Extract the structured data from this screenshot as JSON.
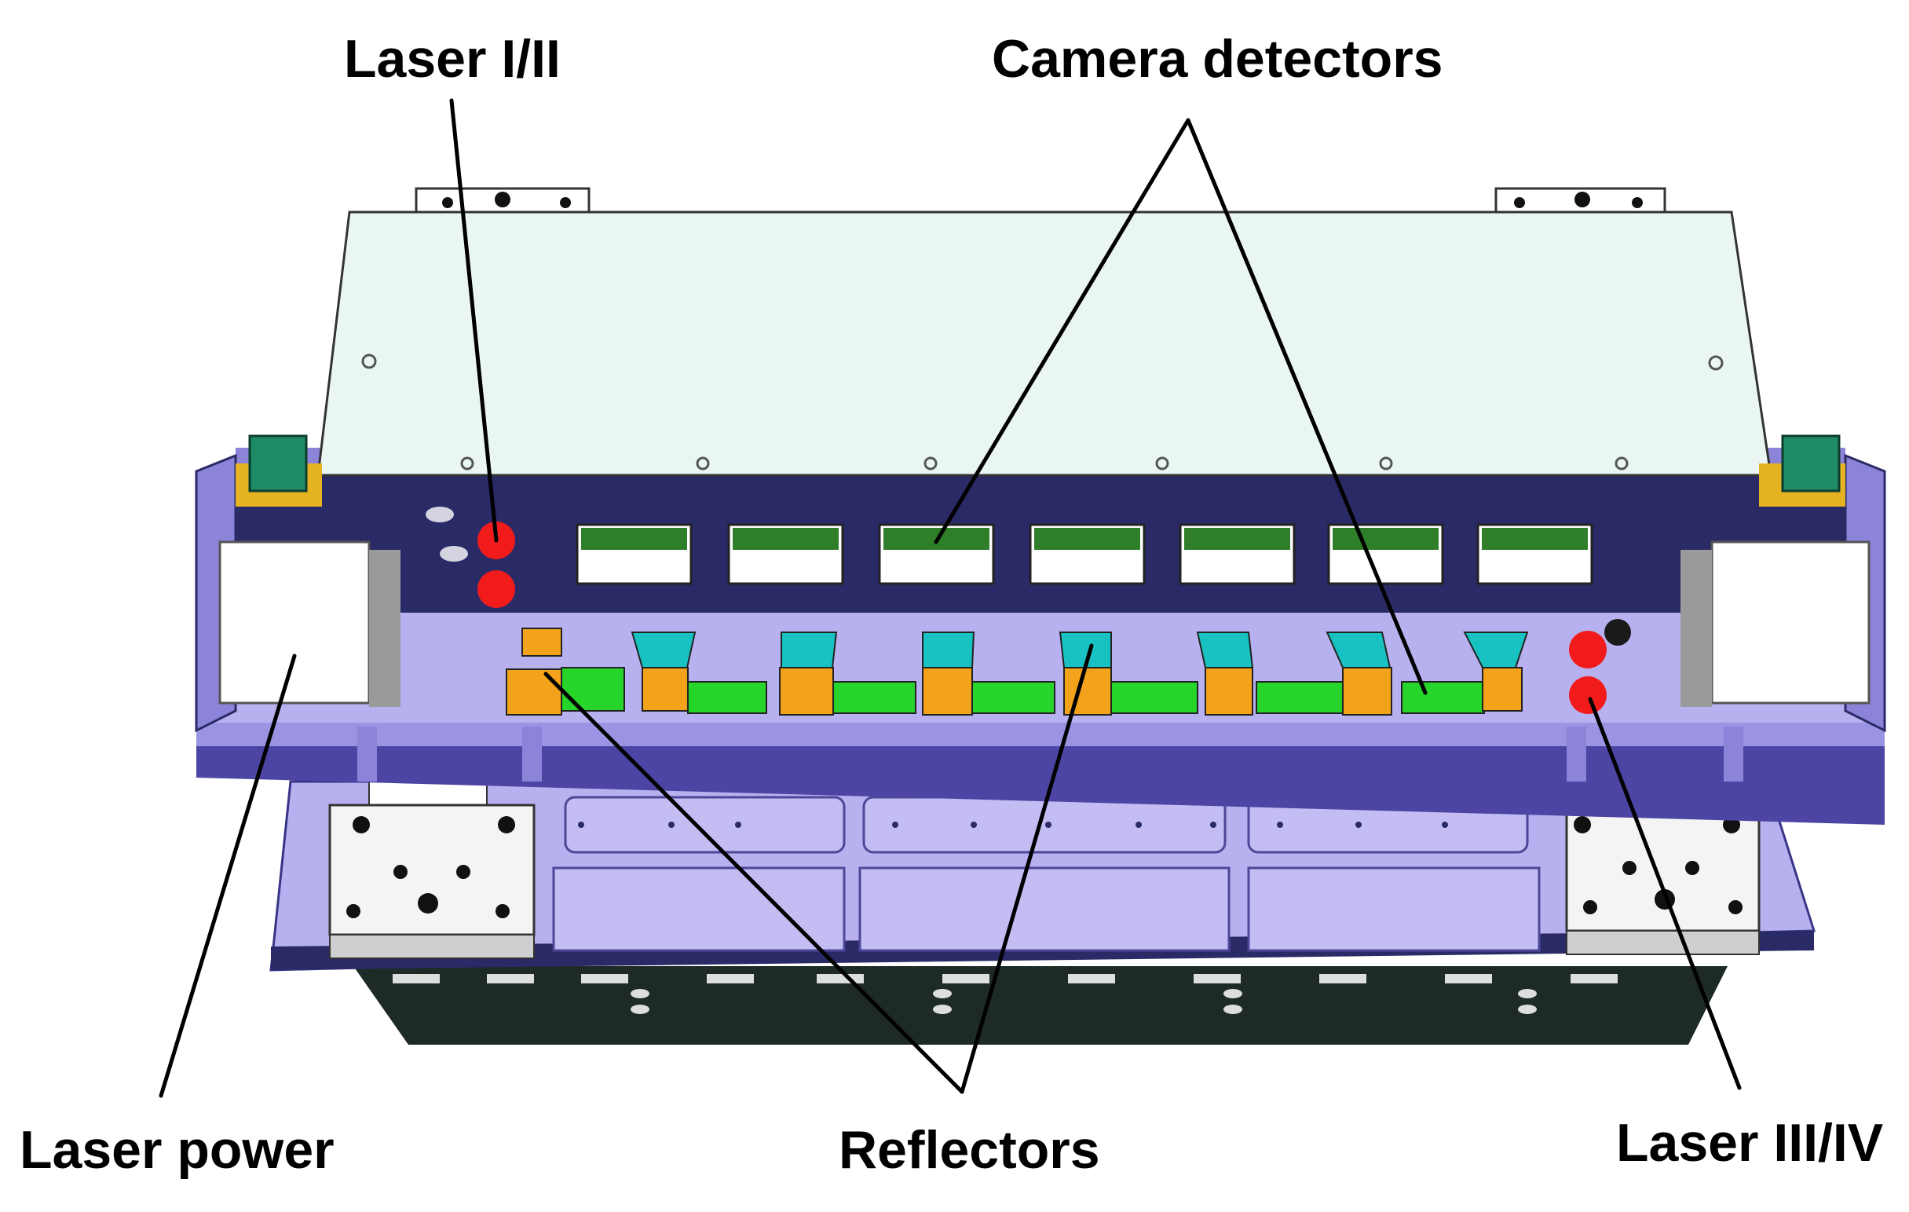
{
  "labels": {
    "laser_1_2": "Laser I/II",
    "camera_detectors": "Camera detectors",
    "laser_power": "Laser power",
    "reflectors": "Reflectors",
    "laser_3_4": "Laser III/IV"
  },
  "colors": {
    "panel_light": "#eaf6f4",
    "chassis_dark": "#2a2a66",
    "chassis_light": "#b7b1ef",
    "chassis_mid": "#8b84d9",
    "camera_green": "#2f7f2a",
    "reflector_teal": "#19c2c2",
    "reflector_orange": "#f3a21b",
    "board_green": "#27d42a",
    "laser_red": "#f21b1b",
    "base_dark": "#1e2a26",
    "leader_line": "#000000"
  }
}
